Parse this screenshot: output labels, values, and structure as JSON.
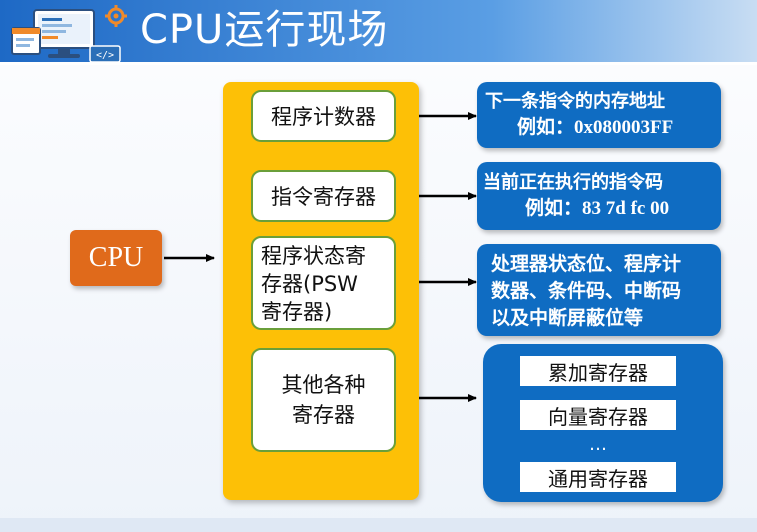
{
  "header": {
    "title": "CPU运行现场"
  },
  "cpu": {
    "label": "CPU"
  },
  "registers": {
    "pc": "程序计数器",
    "ir": "指令寄存器",
    "psw": [
      "程序状态寄",
      "存器(PSW",
      "寄存器)"
    ],
    "others": [
      "其他各种",
      "寄存器"
    ]
  },
  "info": {
    "pc": {
      "line1": "下一条指令的内存地址",
      "line2": "例如：0x080003FF"
    },
    "ir": {
      "line1": "当前正在执行的指令码",
      "line2": "例如：83 7d fc 00"
    },
    "psw": {
      "line1": "处理器状态位、程序计",
      "line2": "数器、条件码、中断码",
      "line3": "以及中断屏蔽位等"
    }
  },
  "other_registers": {
    "items": [
      "累加寄存器",
      "向量寄存器",
      "通用寄存器"
    ],
    "ellipsis": "…"
  },
  "colors": {
    "header_blue": "#1e69c5",
    "cpu_orange": "#e06a1b",
    "container_yellow": "#fdc006",
    "register_border_green": "#6a9f3a",
    "info_blue": "#0f6cc2"
  },
  "icons": [
    "monitor-icon",
    "gear-icon",
    "code-tag-icon"
  ]
}
